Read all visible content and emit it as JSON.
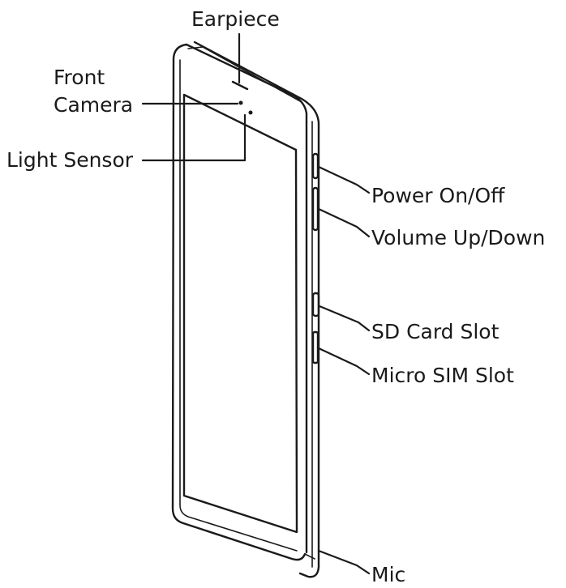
{
  "labels": {
    "earpiece": "Earpiece",
    "front_camera_line1": "Front",
    "front_camera_line2": "Camera",
    "light_sensor": "Light Sensor",
    "power": "Power On/Off",
    "volume": "Volume Up/Down",
    "sd_card": "SD Card Slot",
    "sim": "Micro SIM Slot",
    "mic": "Mic"
  },
  "colors": {
    "line": "#1a1a1a",
    "background": "#ffffff"
  }
}
